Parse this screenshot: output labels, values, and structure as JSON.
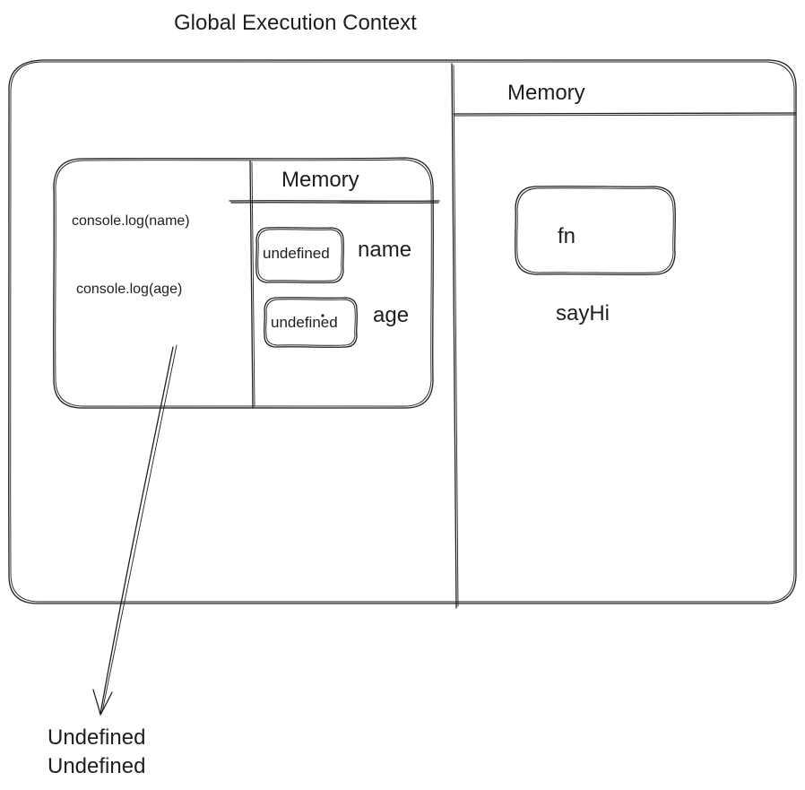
{
  "title": "Global  Execution Context",
  "global_memory": {
    "heading": "Memory",
    "entries": [
      {
        "value": "fn",
        "name": "sayHi"
      }
    ]
  },
  "inner_context": {
    "code_lines": [
      "console.log(name)",
      "console.log(age)"
    ],
    "memory": {
      "heading": "Memory",
      "entries": [
        {
          "value": "undefined",
          "name": "name"
        },
        {
          "value": "undefined",
          "name": "age"
        }
      ]
    }
  },
  "output": {
    "lines": [
      "Undefined",
      "Undefined"
    ]
  }
}
